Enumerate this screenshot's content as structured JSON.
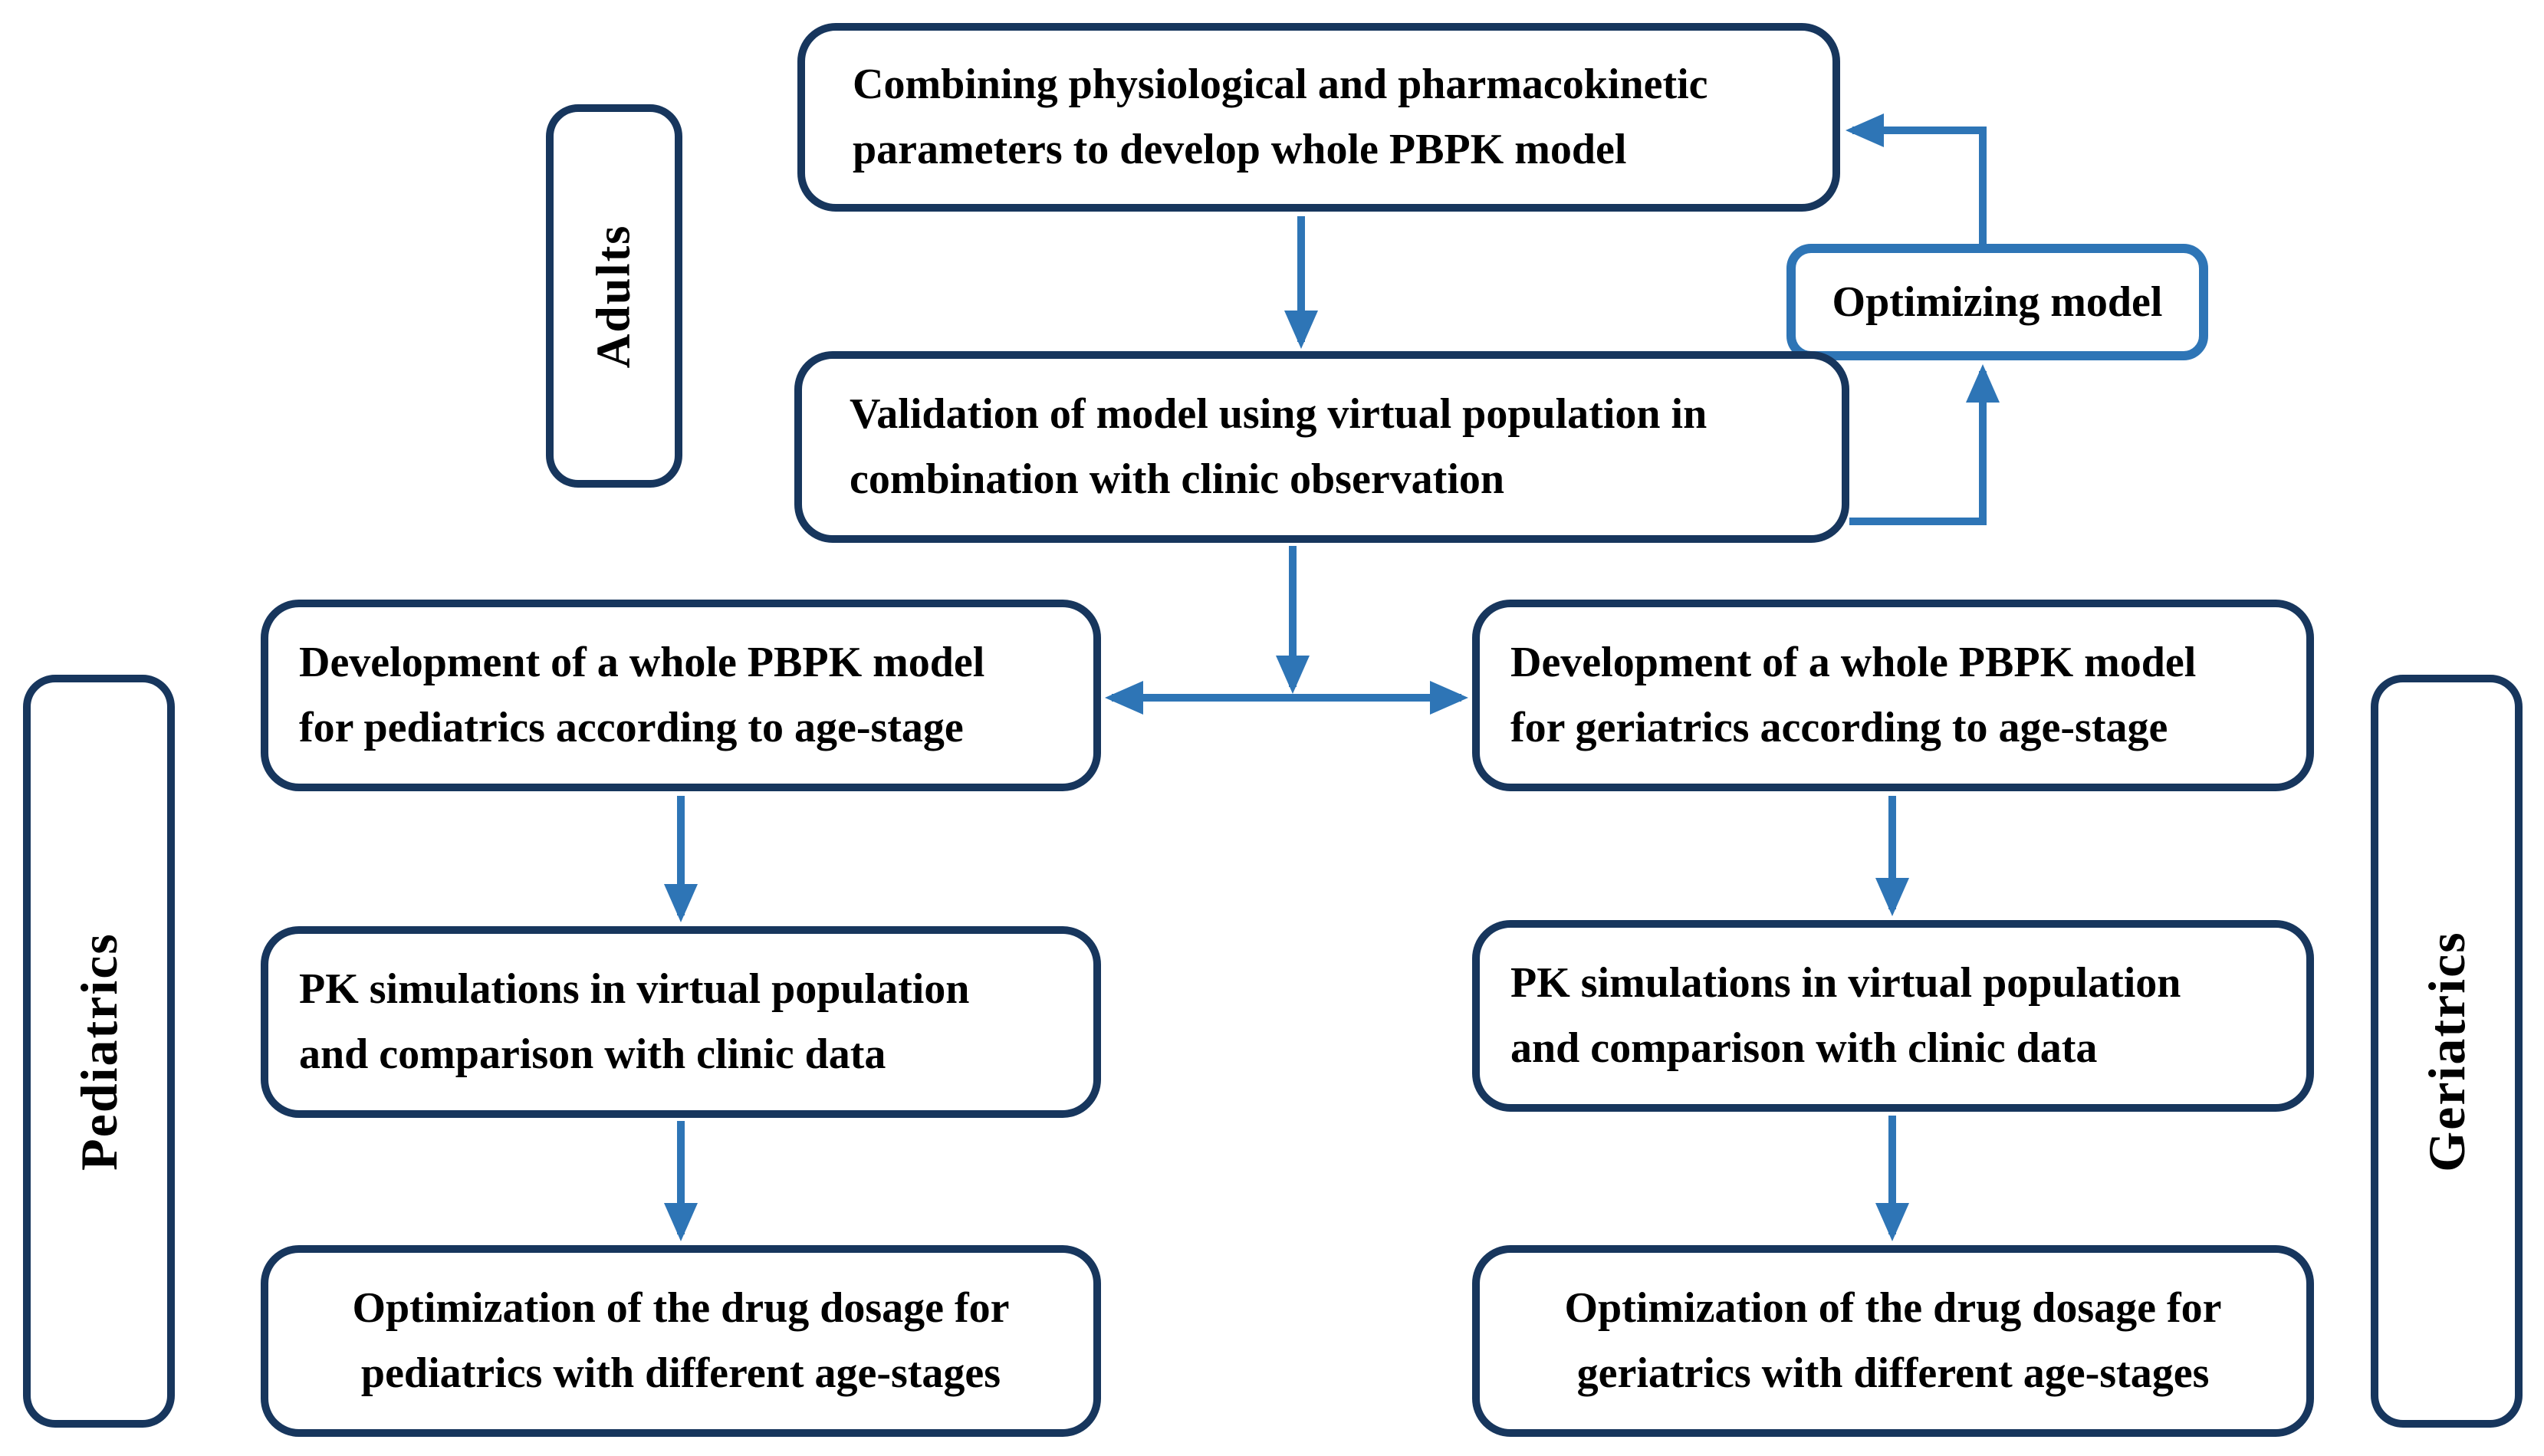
{
  "palette": {
    "box_border": "#17365D",
    "accent_border": "#2E75B6",
    "arrow": "#2E75B6",
    "text": "#000000",
    "background": "#FFFFFF"
  },
  "side_labels": {
    "adults": "Adults",
    "pediatrics": "Pediatrics",
    "geriatrics": "Geriatrics"
  },
  "boxes": {
    "combining": {
      "lines": [
        "Combining physiological and pharmacokinetic",
        "parameters to develop whole PBPK model"
      ]
    },
    "optimizing": {
      "label": "Optimizing model"
    },
    "validation": {
      "lines": [
        "Validation of model using virtual population in",
        "combination with clinic observation"
      ]
    },
    "development_pediatrics": {
      "lines": [
        "Development of a whole PBPK model",
        "for pediatrics according to age-stage"
      ]
    },
    "development_geriatrics": {
      "lines": [
        "Development of a whole PBPK model",
        "for geriatrics according to age-stage"
      ]
    },
    "pk_simulations_pediatrics": {
      "lines": [
        "PK simulations in virtual population",
        "and comparison with clinic data"
      ]
    },
    "pk_simulations_geriatrics": {
      "lines": [
        "PK simulations in virtual population",
        "and comparison with clinic data"
      ]
    },
    "dosage_pediatrics": {
      "lines": [
        "Optimization of the drug dosage for",
        "pediatrics with different age-stages"
      ]
    },
    "dosage_geriatrics": {
      "lines": [
        "Optimization of the drug dosage for",
        "geriatrics with different age-stages"
      ]
    }
  }
}
